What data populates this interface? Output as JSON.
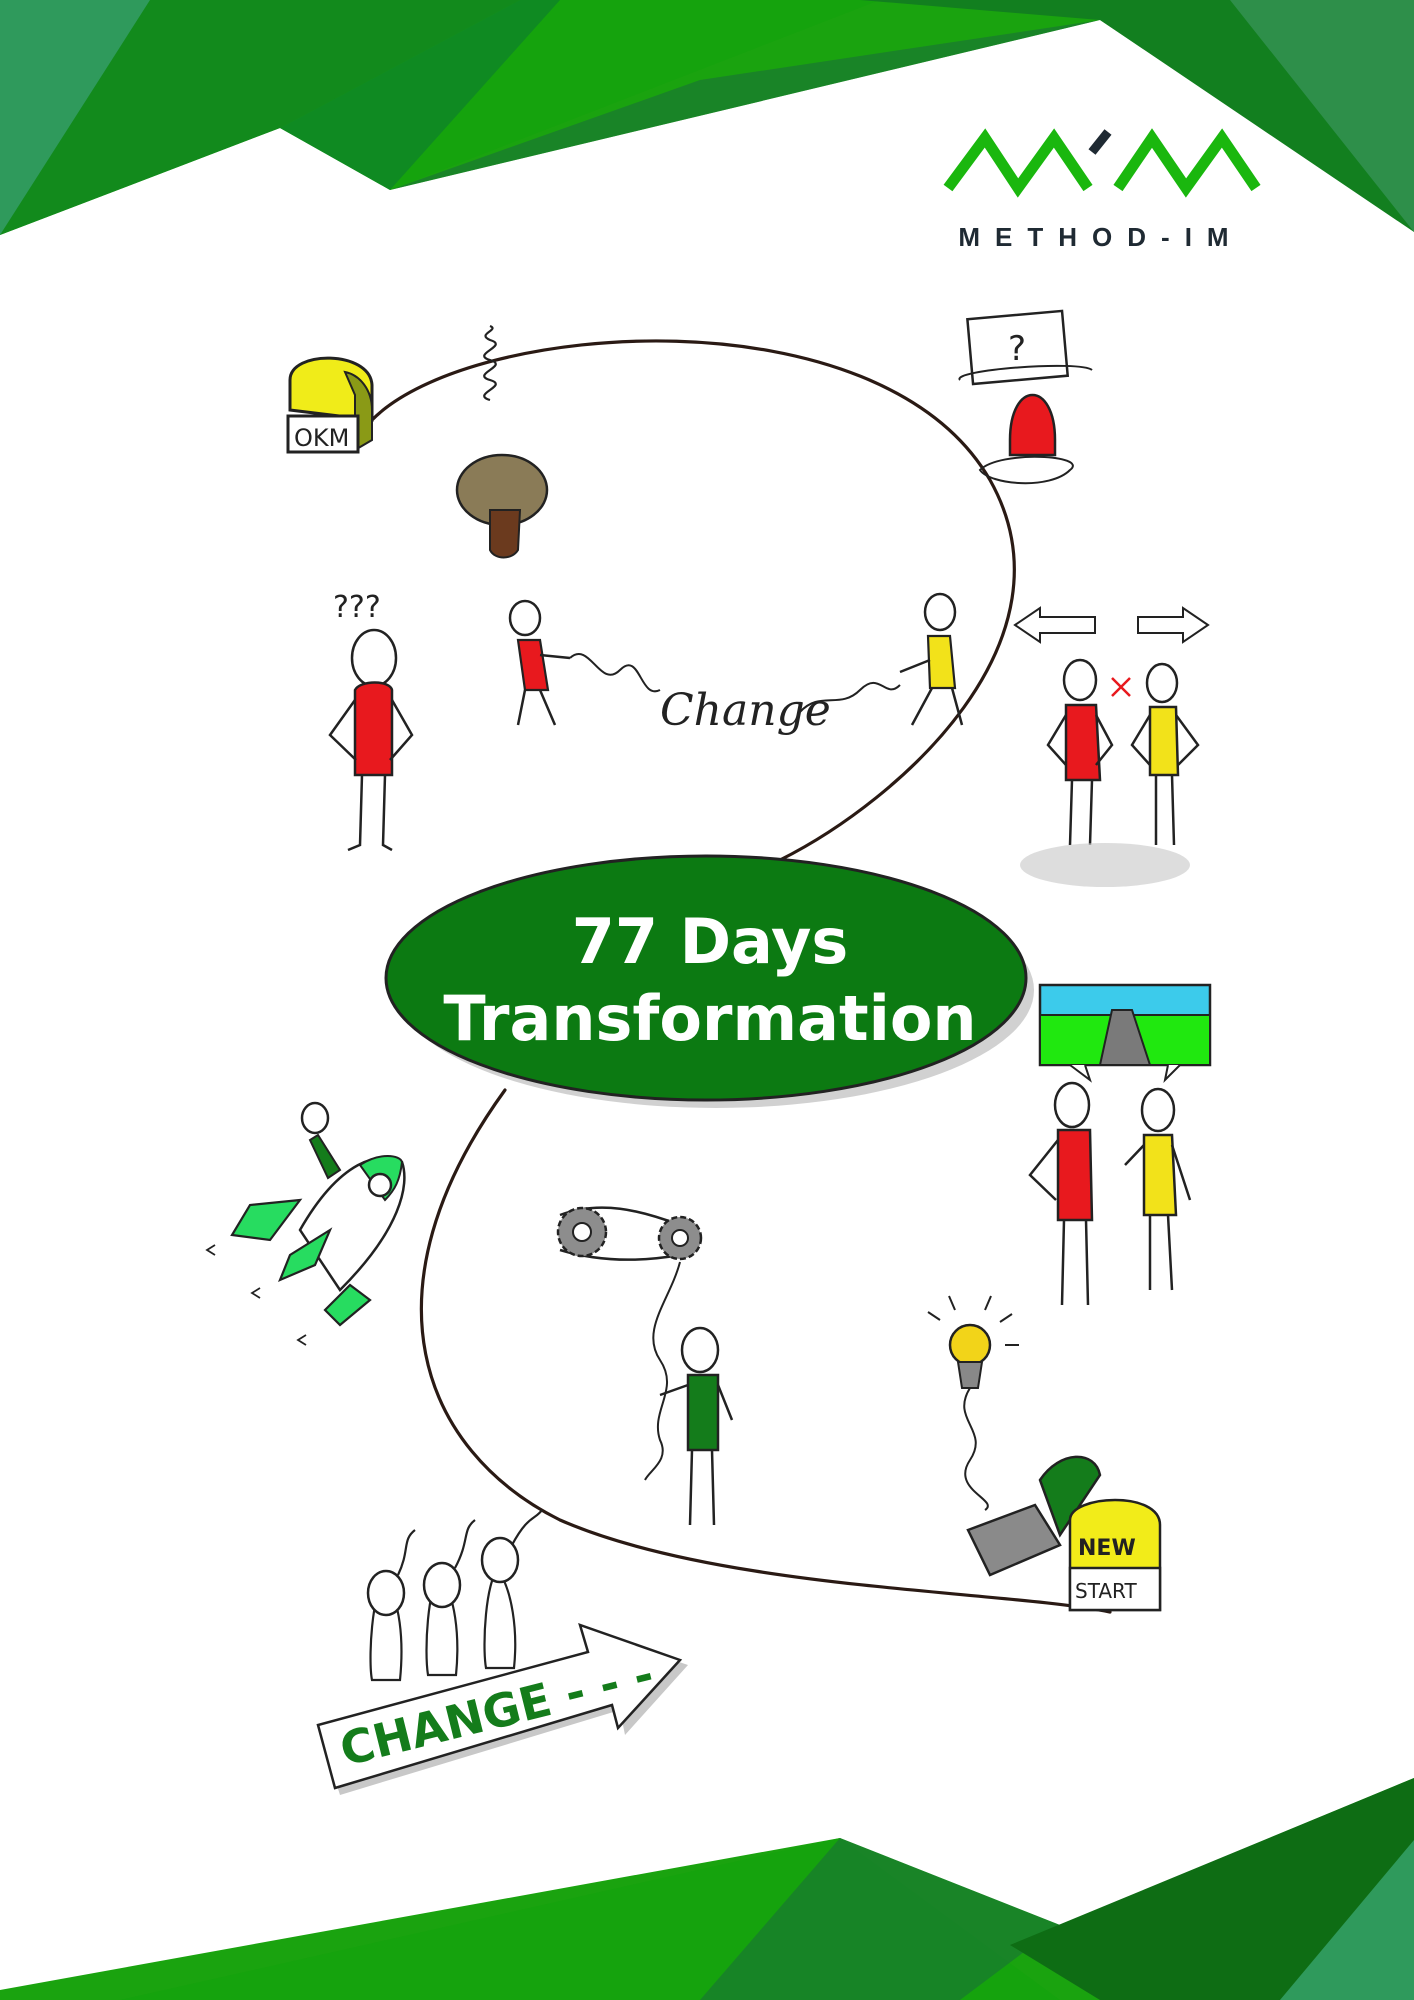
{
  "brand": {
    "logo_letters": "M/M",
    "name": "METHOD-IM",
    "colors": {
      "green": "#1da810",
      "dark": "#1f2a33"
    }
  },
  "title": {
    "line1": "77 Days",
    "line2": "Transformation",
    "ellipse_color": "#0c7a12"
  },
  "illustrations": {
    "okm_label": "OKM",
    "confused_marks": "???",
    "tug_label": "Change",
    "question_mark": "?",
    "new_label": "NEW",
    "start_label": "START",
    "arrow_label": "CHANGE - - -"
  },
  "palette": {
    "red": "#e8191e",
    "yellow": "#f2e21a",
    "green": "#147c1b",
    "light_green": "#27dc60"
  }
}
